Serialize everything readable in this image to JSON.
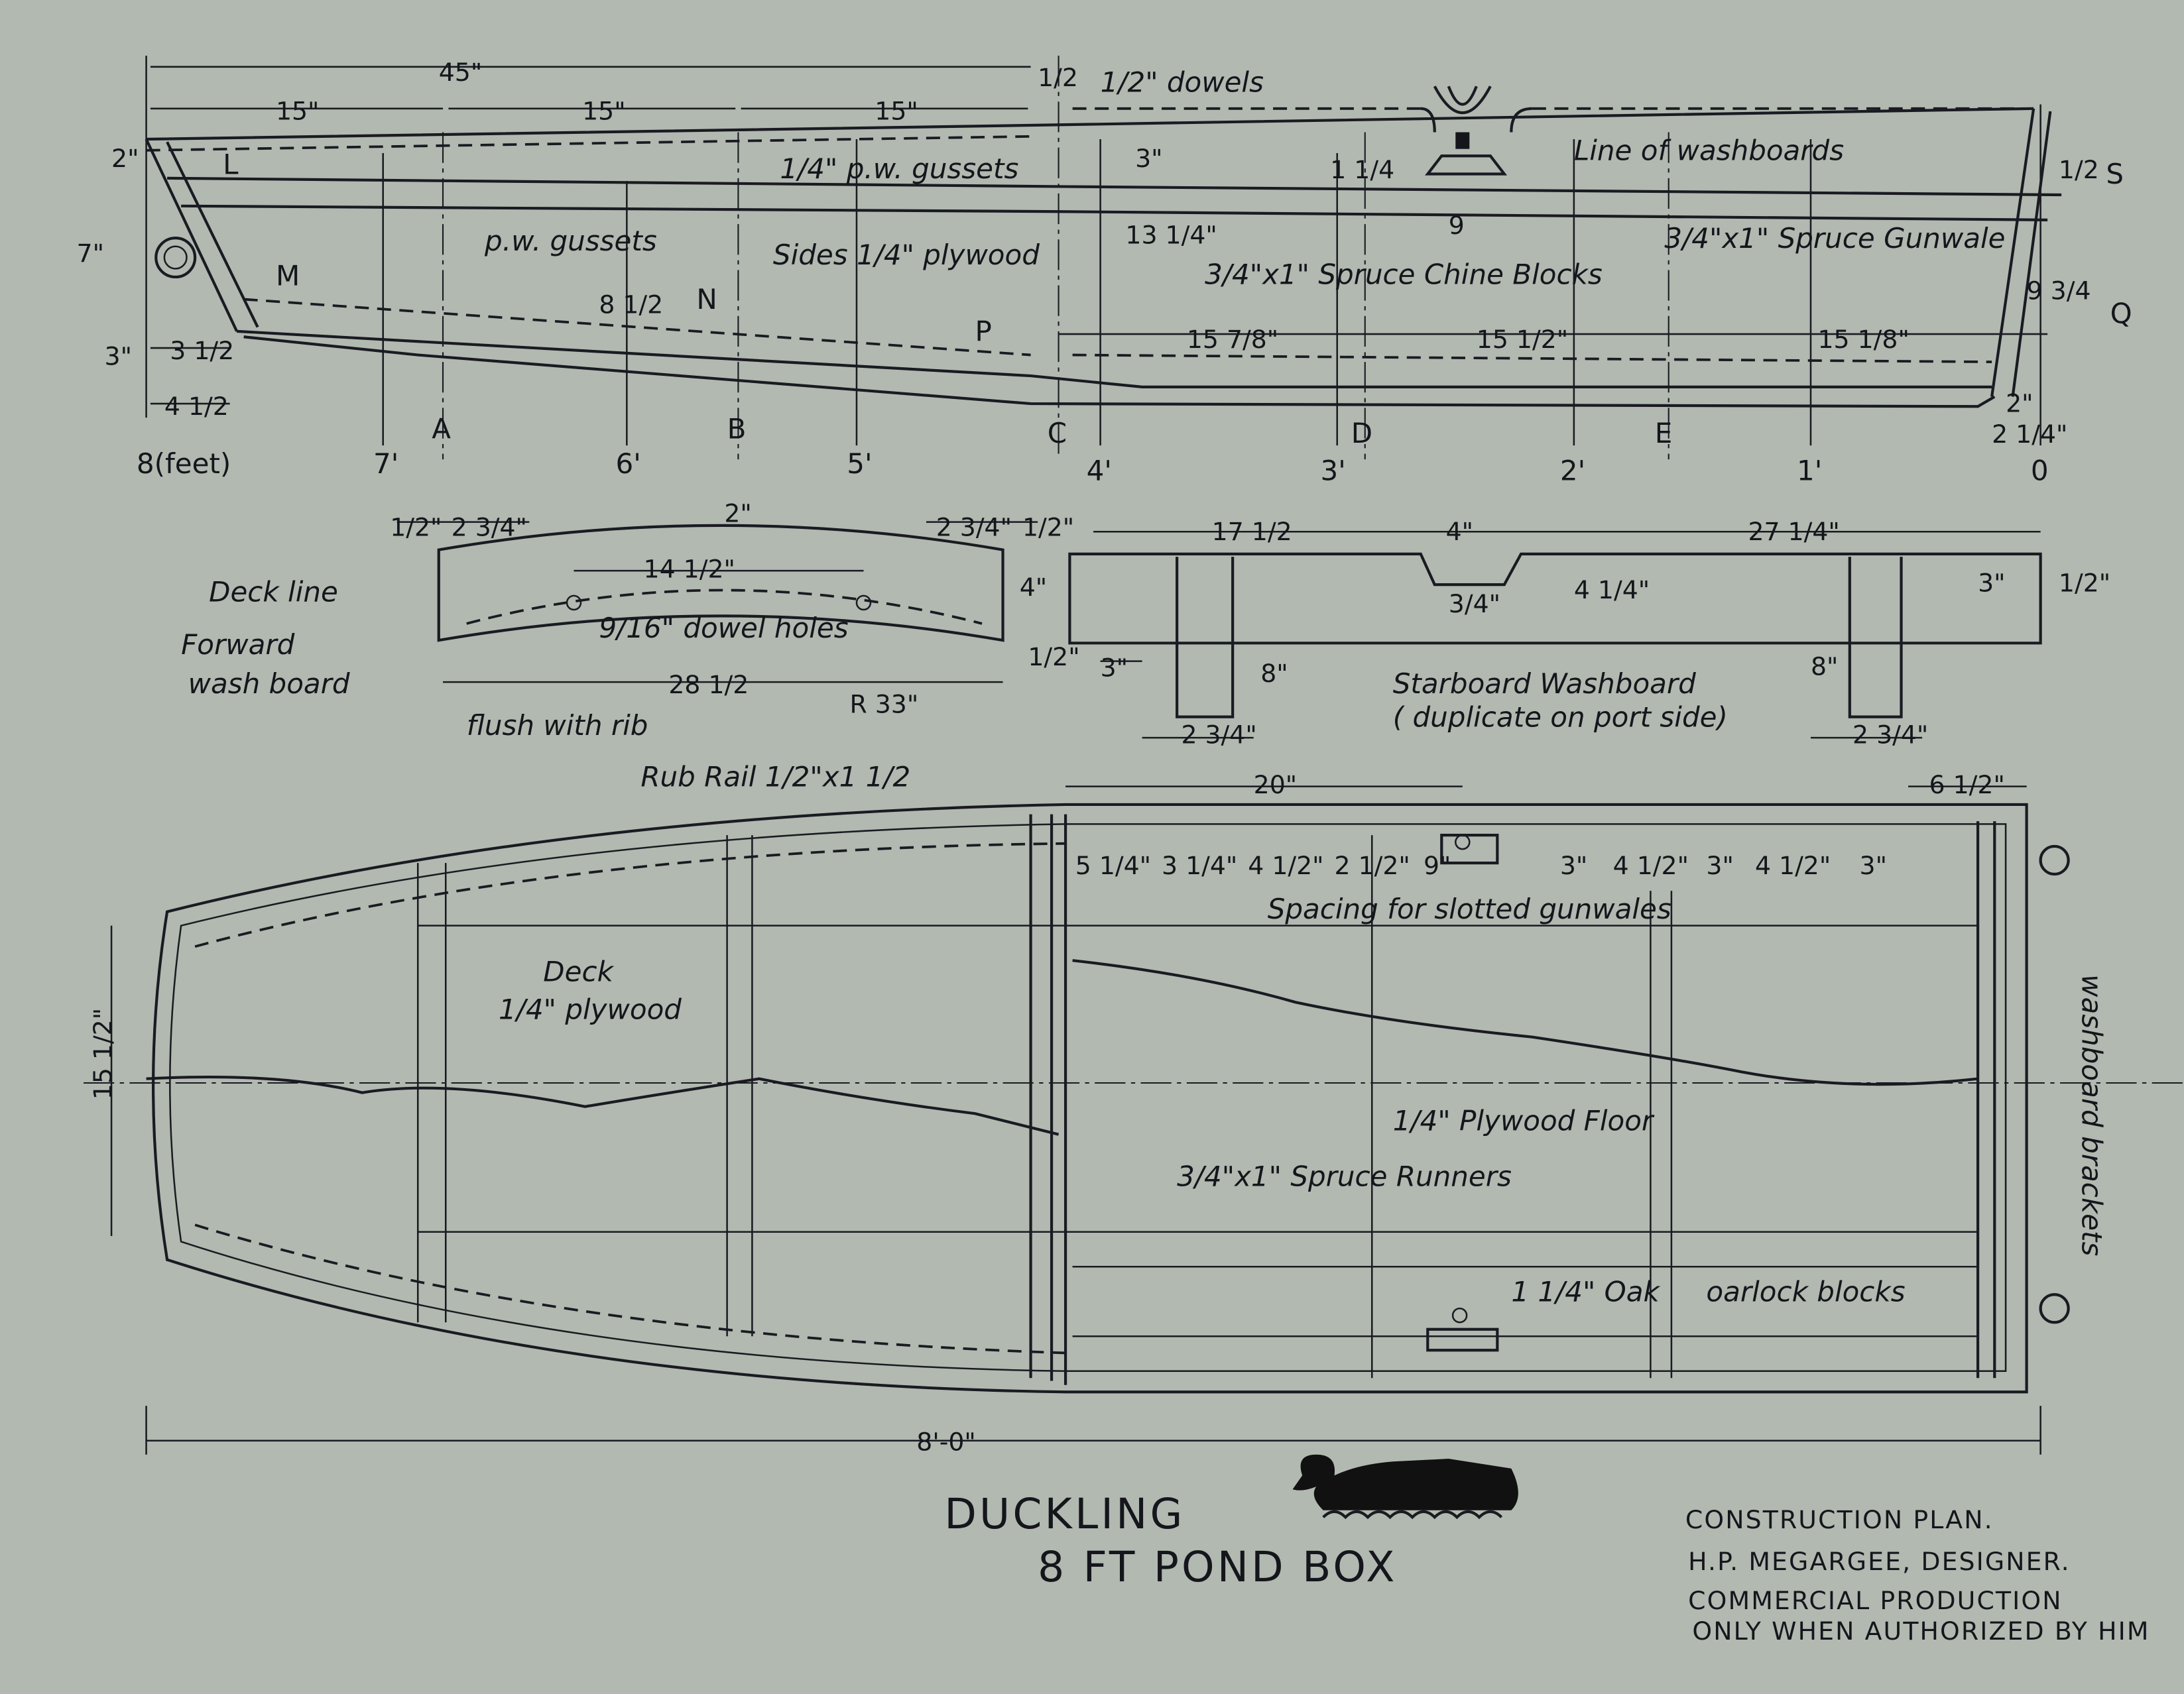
{
  "profile": {
    "dim_45": "45\"",
    "dim_15_a": "15\"",
    "dim_15_b": "15\"",
    "dim_15_c": "15\"",
    "dim_1_2_top": "1/2",
    "dowels": "1/2\" dowels",
    "line_of_washboards": "Line of washboards",
    "pw_gussets_top": "1/4\" p.w. gussets",
    "pw_gussets": "p.w. gussets",
    "sides": "Sides 1/4\" plywood",
    "spruce_chine": "3/4\"x1\" Spruce Chine Blocks",
    "spruce_gunwale": "3/4\"x1\" Spruce Gunwale",
    "dim_2": "2\"",
    "dim_7": "7\"",
    "dim_3": "3\"",
    "dim_3_1_2": "3 1/2",
    "dim_4_1_2": "4 1/2",
    "dim_8_1_2": "8 1/2",
    "dim_3_in": "3\"",
    "dim_13_1_4": "13 1/4\"",
    "dim_1_1_4": "1 1/4",
    "dim_9": "9",
    "dim_9_3_4": "9 3/4",
    "dim_S_1_2": "1/2",
    "dim_15_7_8": "15 7/8\"",
    "dim_15_1_2": "15 1/2\"",
    "dim_15_1_8": "15 1/8\"",
    "dim_2_right": "2\"",
    "dim_2_1_4": "2 1/4\"",
    "points": [
      "L",
      "M",
      "N",
      "P",
      "Q",
      "S"
    ],
    "stations": [
      "A",
      "B",
      "C",
      "D",
      "E"
    ],
    "feet": [
      "8(feet)",
      "7'",
      "6'",
      "5'",
      "4'",
      "3'",
      "2'",
      "1'",
      "0"
    ]
  },
  "forward_washboard": {
    "deck_line": "Deck line",
    "forward": "Forward",
    "wash_board": "wash board",
    "flush": "flush with rib",
    "dowel_holes": "9/16\" dowel holes",
    "dim_1_2_l": "1/2\"",
    "dim_2_3_4_l": "2 3/4\"",
    "dim_2_3_4_r": "2 3/4\"",
    "dim_1_2_r": "1/2\"",
    "dim_2": "2\"",
    "dim_14_1_2": "14 1/2\"",
    "dim_28_1_2": "28 1/2",
    "radius": "R 33\"",
    "dim_4": "4\""
  },
  "starboard_washboard": {
    "title": "Starboard Washboard",
    "subtitle": "( duplicate on port side)",
    "dim_17_1_2": "17 1/2",
    "dim_4": "4\"",
    "dim_27_1_4": "27 1/4\"",
    "dim_3_4": "3/4\"",
    "dim_4_1_4": "4 1/4\"",
    "dim_3": "3\"",
    "dim_1_2_right": "1/2\"",
    "dim_1_2_left": "1/2\"",
    "dim_3_left": "3\"",
    "dim_8_a": "8\"",
    "dim_8_b": "8\"",
    "dim_2_3_4_a": "2 3/4\"",
    "dim_2_3_4_b": "2 3/4\""
  },
  "plan": {
    "rub_rail": "Rub Rail 1/2\"x1 1/2",
    "dim_20": "20\"",
    "dim_6_1_2": "6 1/2\"",
    "spacing": [
      "5 1/4\"",
      "3 1/4\"",
      "4 1/2\"",
      "2 1/2\"",
      "9\"",
      "3\"",
      "4 1/2\"",
      "3\"",
      "4 1/2\"",
      "3\""
    ],
    "spacing_label": "Spacing for slotted gunwales",
    "deck": "Deck",
    "deck_ply": "1/4\" plywood",
    "dim_15_1_2": "15 1/2\"",
    "floor": "1/4\" Plywood Floor",
    "runners": "3/4\"x1\" Spruce Runners",
    "oak": "1 1/4\" Oak",
    "oarlock": "oarlock blocks",
    "washboard_brackets": "washboard brackets",
    "overall": "8'-0\""
  },
  "title_block": {
    "name": "DUCKLING",
    "subtitle": "8 FT POND BOX",
    "plan": "CONSTRUCTION PLAN.",
    "designer": "H.P. MEGARGEE, DESIGNER.",
    "note1": "COMMERCIAL PRODUCTION",
    "note2": "ONLY WHEN AUTHORIZED BY HIM"
  },
  "colors": {
    "paper": "#b1b9b0",
    "ink": "#15161c"
  }
}
